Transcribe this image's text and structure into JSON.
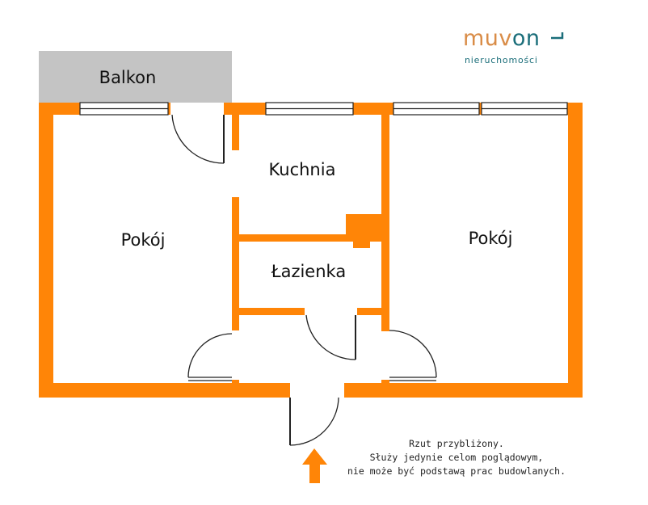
{
  "rooms": {
    "balcony": "Balkon",
    "kitchen": "Kuchnia",
    "bathroom": "Łazienka",
    "room_left": "Pokój",
    "room_right": "Pokój"
  },
  "logo": {
    "part1": "muv",
    "part2": "on",
    "tagline": "nieruchomości",
    "colors": {
      "primary": "#d98c47",
      "secondary": "#1b6e7a"
    }
  },
  "disclaimer": {
    "line1": "Rzut przybliżony.",
    "line2": "Służy jedynie celom poglądowym,",
    "line3": "nie może być podstawą prac budowlanych."
  },
  "colors": {
    "wall": "#ff8507",
    "balcony": "#c4c4c4",
    "arrow": "#ff8507"
  },
  "icons": {
    "entrance": "arrow-up-icon",
    "logo_mark": "logo-swoosh-icon"
  }
}
